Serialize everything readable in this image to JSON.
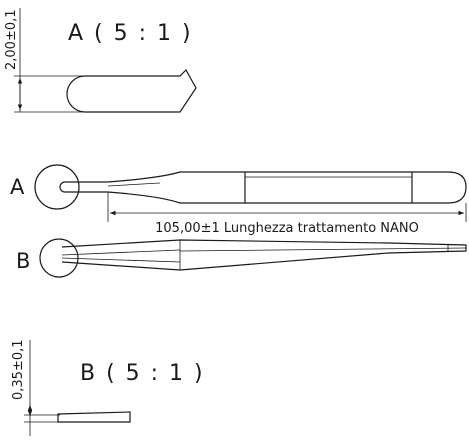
{
  "drawing": {
    "detail_a_title": "A ( 5 : 1 )",
    "detail_a_dim": "2,00±0,1",
    "label_a": "A",
    "length_dim": "105,00±1 Lunghezza trattamento NANO",
    "label_b": "B",
    "detail_b_title": "B ( 5 : 1 )",
    "detail_b_dim": "0,35±0,1"
  }
}
